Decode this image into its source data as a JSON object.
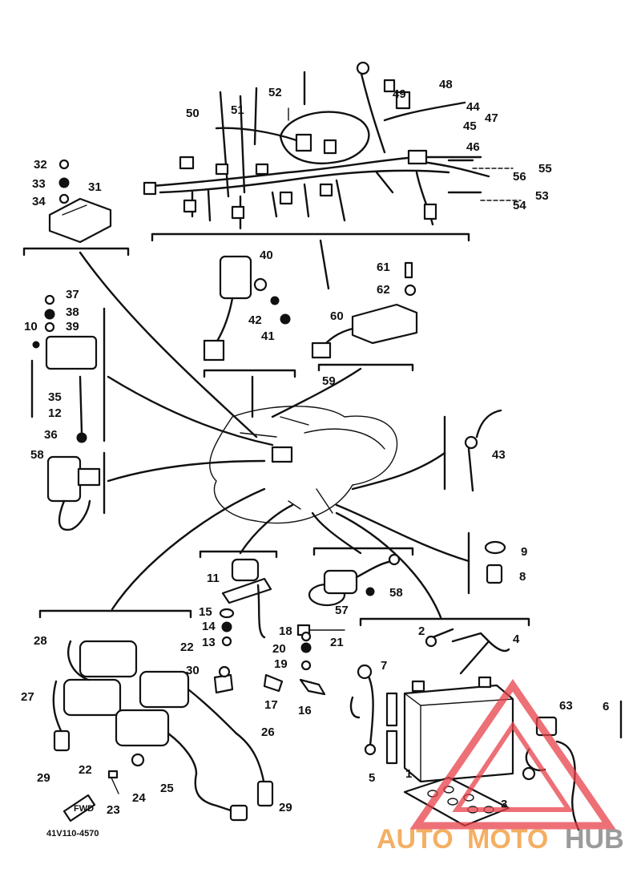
{
  "diagram": {
    "code": "41V110-4570",
    "fwd_tag": "FWD",
    "labels": [
      "1",
      "2",
      "3",
      "4",
      "5",
      "6",
      "7",
      "8",
      "9",
      "10",
      "11",
      "12",
      "13",
      "14",
      "15",
      "16",
      "17",
      "18",
      "19",
      "20",
      "21",
      "22",
      "22",
      "23",
      "24",
      "25",
      "26",
      "27",
      "28",
      "29",
      "29",
      "30",
      "31",
      "32",
      "33",
      "34",
      "35",
      "36",
      "37",
      "38",
      "39",
      "40",
      "41",
      "42",
      "43",
      "44",
      "45",
      "46",
      "47",
      "48",
      "49",
      "50",
      "51",
      "52",
      "53",
      "54",
      "55",
      "56",
      "57",
      "58",
      "58",
      "59",
      "60",
      "61",
      "62",
      "63"
    ]
  },
  "watermark": {
    "part_a": "AUTO",
    "part_b": "MOTO",
    "part_c": "HUB"
  },
  "colors": {
    "ink": "#111111",
    "watermark_red": "#e8404a",
    "watermark_orange": "#f1a24a",
    "watermark_gray": "#8a8a8a"
  }
}
